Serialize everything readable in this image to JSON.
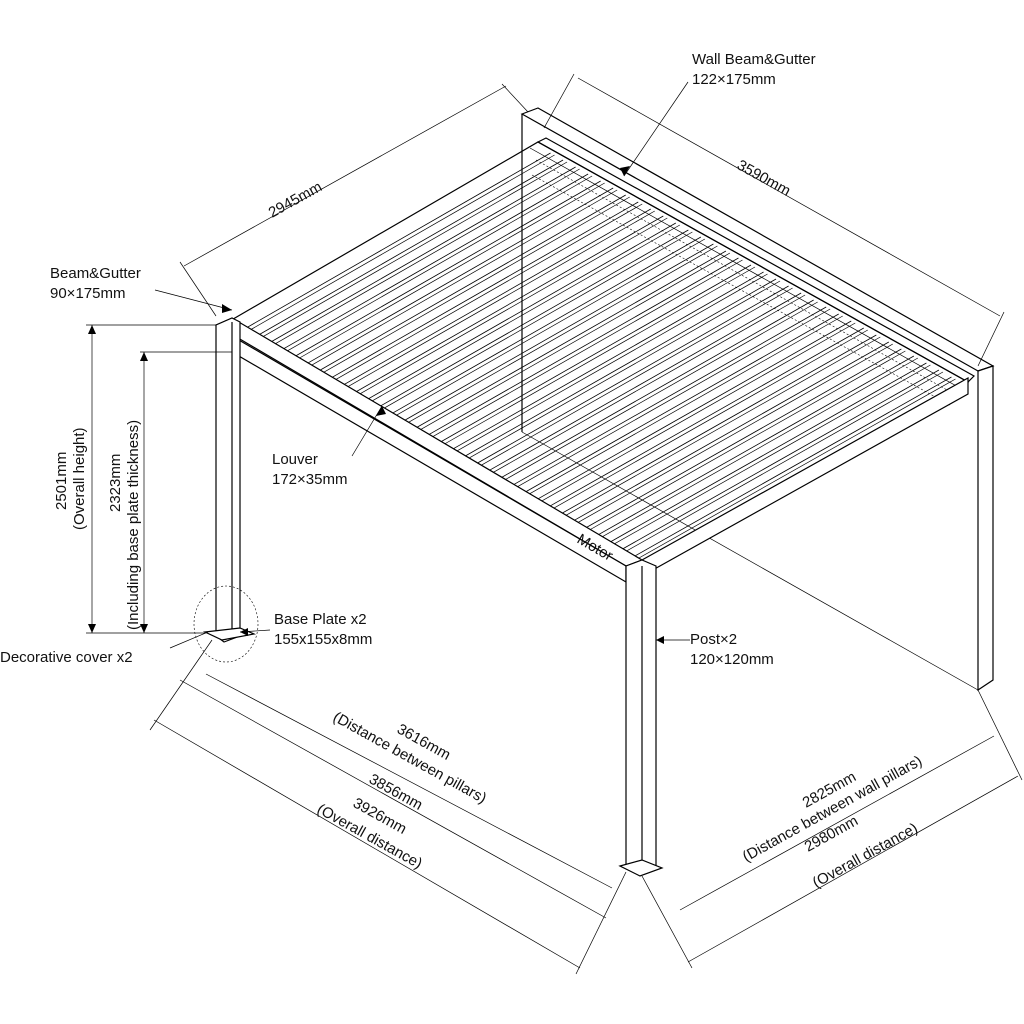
{
  "labels": {
    "wall_beam_title": "Wall Beam&Gutter",
    "wall_beam_size": "122×175mm",
    "beam_title": "Beam&Gutter",
    "beam_size": "90×175mm",
    "louver_title": "Louver",
    "louver_size": "172×35mm",
    "motor": "Motor",
    "base_plate_title": "Base Plate x2",
    "base_plate_size": "155x155x8mm",
    "decorative_cover": "Decorative cover x2",
    "post_title": "Post×2",
    "post_size": "120×120mm"
  },
  "dimensions": {
    "depth_top": "2945mm",
    "width_top": "3590mm",
    "overall_height": "2501mm",
    "overall_height_note": "(Overall height)",
    "post_height": "2323mm",
    "post_height_note": "(Including base plate thickness)",
    "pillar_distance": "3616mm",
    "pillar_distance_note": "(Distance between pillars)",
    "mid_length": "3856mm",
    "overall_length": "3926mm",
    "overall_length_note": "(Overall distance)",
    "wall_pillar_distance": "2825mm",
    "wall_pillar_distance_note": "(Distance between wall pillars)",
    "overall_width": "2980mm",
    "overall_width_note": "(Overall distance)"
  }
}
